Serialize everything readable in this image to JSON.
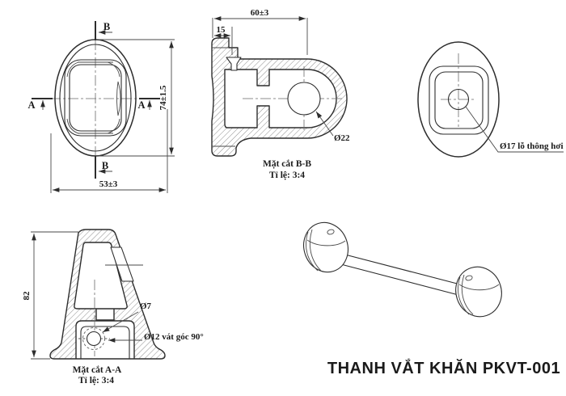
{
  "title": "THANH VẮT KHĂN PKVT-001",
  "colors": {
    "line": "#2d2d2d",
    "hatch": "#8e8e8e",
    "text": "#1a1a1a",
    "background": "#ffffff"
  },
  "views": {
    "front": {
      "marker_top": "B",
      "marker_bottom": "B",
      "marker_left": "A",
      "marker_right": "A",
      "dim_height": "74±1.5",
      "dim_width": "53±3"
    },
    "section_bb": {
      "dim_width": "60±3",
      "dim_flange": "15",
      "dim_bar_hole": "Ø22",
      "caption": "Mặt cắt B-B",
      "scale": "Tỉ lệ: 3:4"
    },
    "back": {
      "vent_callout": "Ø17 lỗ thông hơi"
    },
    "section_aa": {
      "dim_height": "82",
      "dim_screw_hole": "Ø7",
      "countersink_callout": "Ø12 vát góc 90°",
      "caption": "Mặt cắt A-A",
      "scale": "Tỉ lệ: 3:4"
    }
  }
}
